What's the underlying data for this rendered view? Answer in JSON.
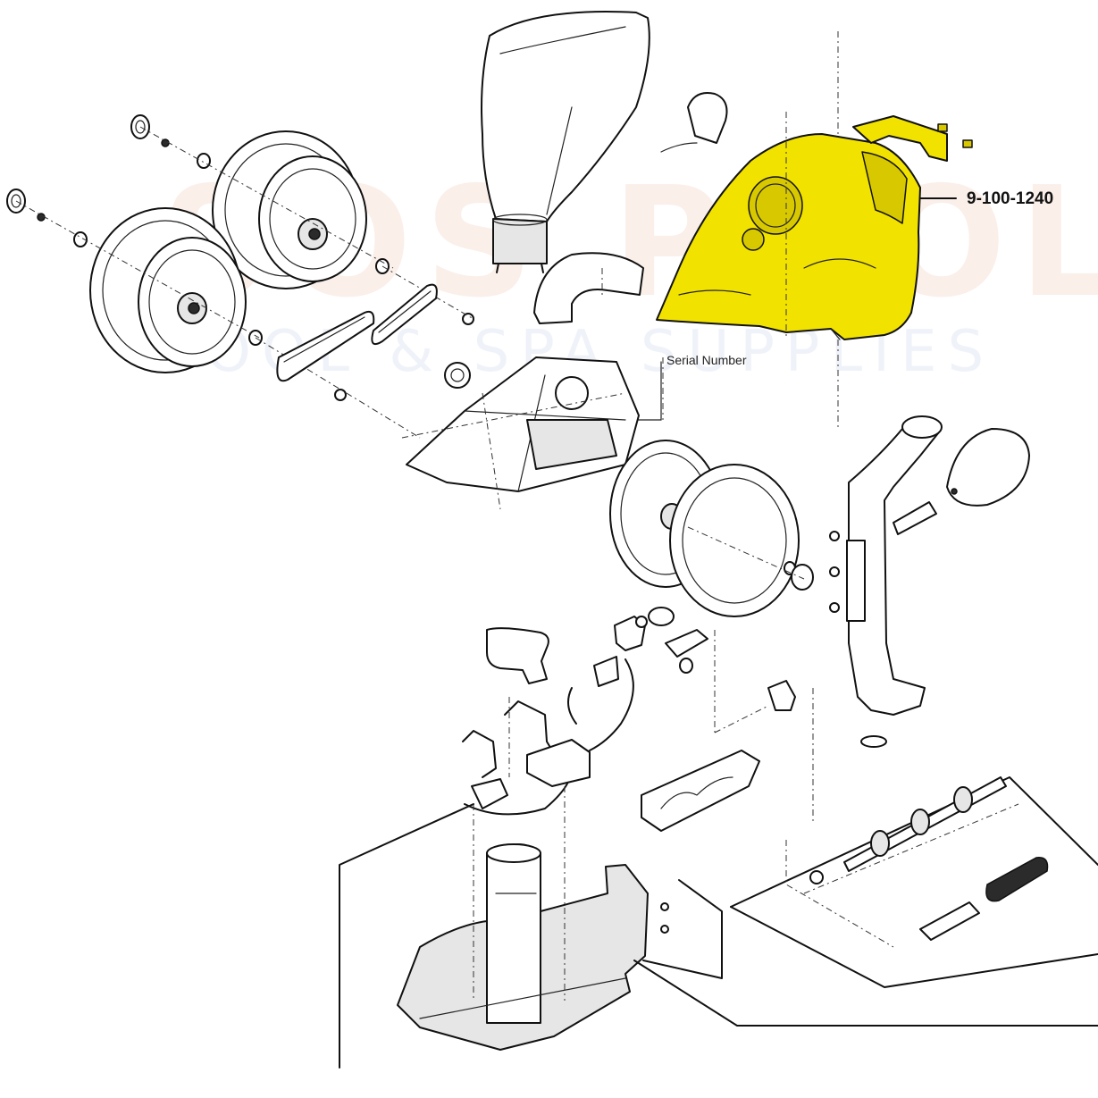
{
  "diagram": {
    "part_number_label": "9-100-1240",
    "serial_number_label": "Serial Number",
    "watermark": {
      "brand": "SOS POOL",
      "tagline": "POOL & SPA SUPPLIES"
    },
    "highlight_color": "#f2e200",
    "line_color": "#111111"
  }
}
